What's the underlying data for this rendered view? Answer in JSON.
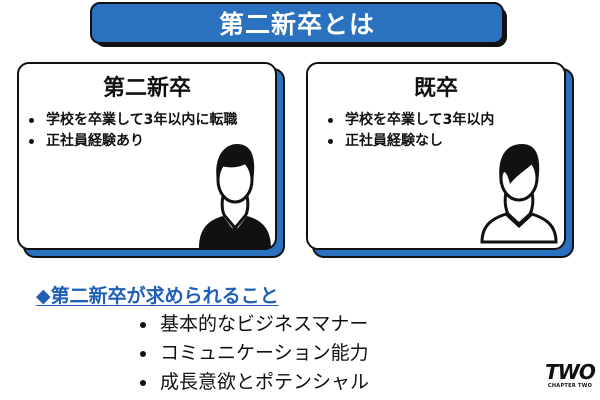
{
  "header": {
    "title": "第二新卒とは",
    "bar_color": "#2a72c0"
  },
  "cards": [
    {
      "title": "第二新卒",
      "items": [
        "学校を卒業して3年以内に転職",
        "正社員経験あり"
      ],
      "avatar": "businessman-avatar-icon"
    },
    {
      "title": "既卒",
      "items": [
        "学校を卒業して3年以内",
        "正社員経験なし"
      ],
      "avatar": "casual-person-avatar-icon"
    }
  ],
  "requirements": {
    "heading": "◆第二新卒が求められること",
    "heading_color": "#1f5fb8",
    "items": [
      "基本的なビジネスマナー",
      "コミュニケーション能力",
      "成長意欲とポテンシャル"
    ]
  },
  "logo": {
    "main": "TWO",
    "sub": "CHAPTER TWO"
  }
}
